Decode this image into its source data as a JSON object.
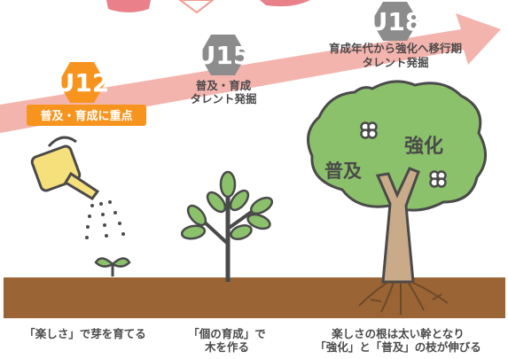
{
  "stages": [
    {
      "badge": "U12",
      "badge_color": "#f7941d",
      "label": "普及・育成に重点",
      "caption_line1": "「楽しさ」で芽を育てる",
      "caption_line2": ""
    },
    {
      "badge": "U15",
      "badge_color": "#8c8c8c",
      "label_line1": "普及・育成",
      "label_line2": "タレント発掘",
      "caption_line1": "「個の育成」で",
      "caption_line2": "木を作る"
    },
    {
      "badge": "U18",
      "badge_color": "#8c8c8c",
      "label_line1": "育成年代から強化へ移行期",
      "label_line2": "タレント発掘",
      "caption_line1": "楽しさの根は太い幹となり",
      "caption_line2": "「強化」と「普及」の枝が伸びる"
    }
  ],
  "tree_labels": {
    "strengthen": "強化",
    "spread": "普及"
  },
  "colors": {
    "arrow": "#f4b4ae",
    "ground": "#9b6435",
    "leaf": "#8cc16b",
    "leaf_outline": "#4a4a4a",
    "trunk": "#c9ab8a",
    "can": "#f6e07c",
    "text": "#4a4a4a"
  }
}
